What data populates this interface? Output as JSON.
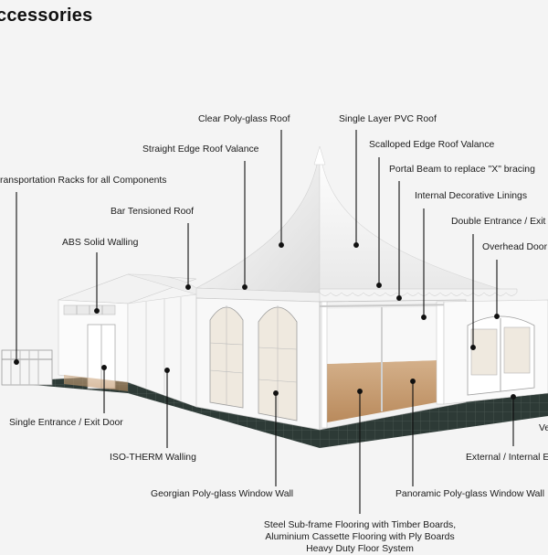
{
  "title": "ccessories",
  "labels": {
    "clear_roof": "Clear Poly-glass Roof",
    "pvc_roof": "Single Layer PVC Roof",
    "straight_valance": "Straight Edge Roof Valance",
    "scalloped_valance": "Scalloped Edge Roof Valance",
    "transport_racks": "ransportation Racks for all Components",
    "portal_beam": "Portal Beam to replace \"X\" bracing",
    "decorative_linings": "Internal Decorative Linings",
    "bar_tensioned": "Bar Tensioned Roof",
    "double_entrance": "Double Entrance / Exit",
    "abs_walling": "ABS Solid Walling",
    "overhead_door": "Overhead Door",
    "single_entrance": "Single Entrance / Exit Door",
    "iso_therm": "ISO-THERM Walling",
    "ve": "Ve",
    "external_internal": "External / Internal E",
    "georgian_window": "Georgian Poly-glass Window Wall",
    "panoramic_window": "Panoramic Poly-glass Window Wall",
    "flooring_line1": "Steel Sub-frame Flooring with Timber Boards,",
    "flooring_line2": "Aluminium Cassette Flooring with Ply Boards",
    "flooring_line3": "Heavy Duty Floor System"
  }
}
